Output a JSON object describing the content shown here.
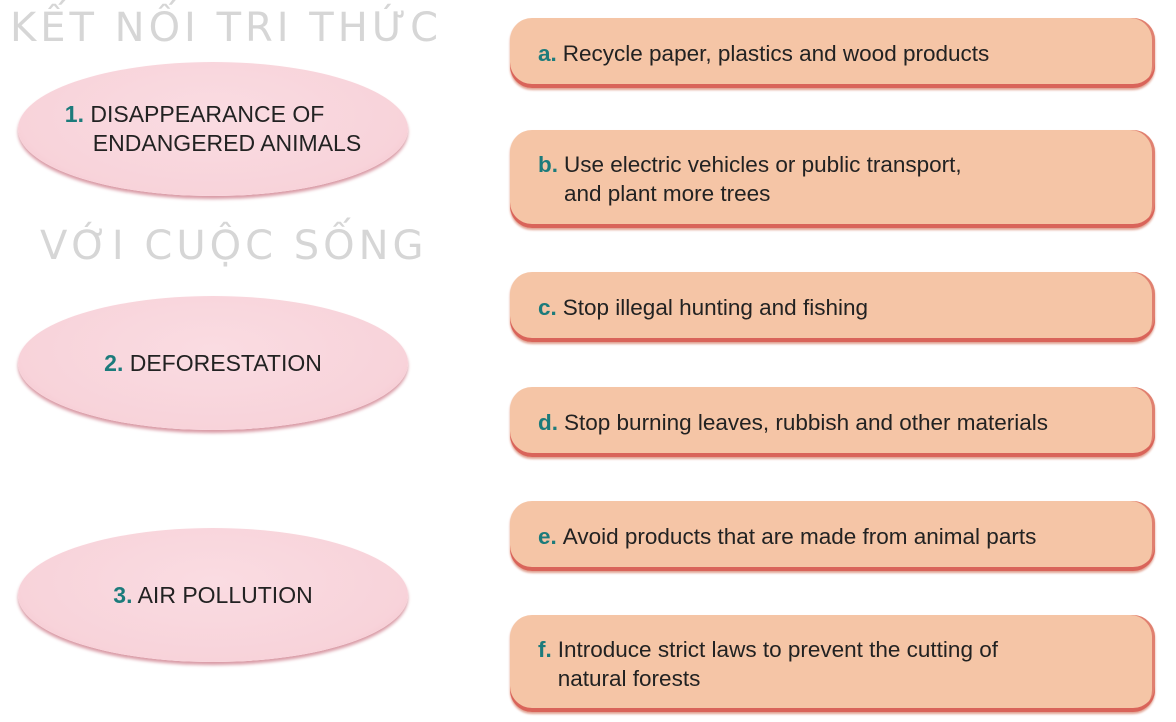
{
  "watermark": {
    "line1": "KẾT NỐI TRI THỨC",
    "line2": "VỚI CUỘC SỐNG"
  },
  "problems": [
    {
      "num": "1.",
      "text": "DISAPPEARANCE OF",
      "text2": "ENDANGERED ANIMALS"
    },
    {
      "num": "2.",
      "text": "DEFORESTATION"
    },
    {
      "num": "3.",
      "text": "AIR POLLUTION"
    }
  ],
  "solutions": [
    {
      "letter": "a.",
      "text": "Recycle paper, plastics and wood products"
    },
    {
      "letter": "b.",
      "text": "Use electric vehicles or public transport,",
      "text2": "and plant more trees"
    },
    {
      "letter": "c.",
      "text": "Stop illegal hunting and fishing"
    },
    {
      "letter": "d.",
      "text": "Stop burning leaves, rubbish and other materials"
    },
    {
      "letter": "e.",
      "text": "Avoid products that are made from animal parts"
    },
    {
      "letter": "f.",
      "text": "Introduce strict laws to prevent the cutting of",
      "text2": "natural forests"
    }
  ]
}
